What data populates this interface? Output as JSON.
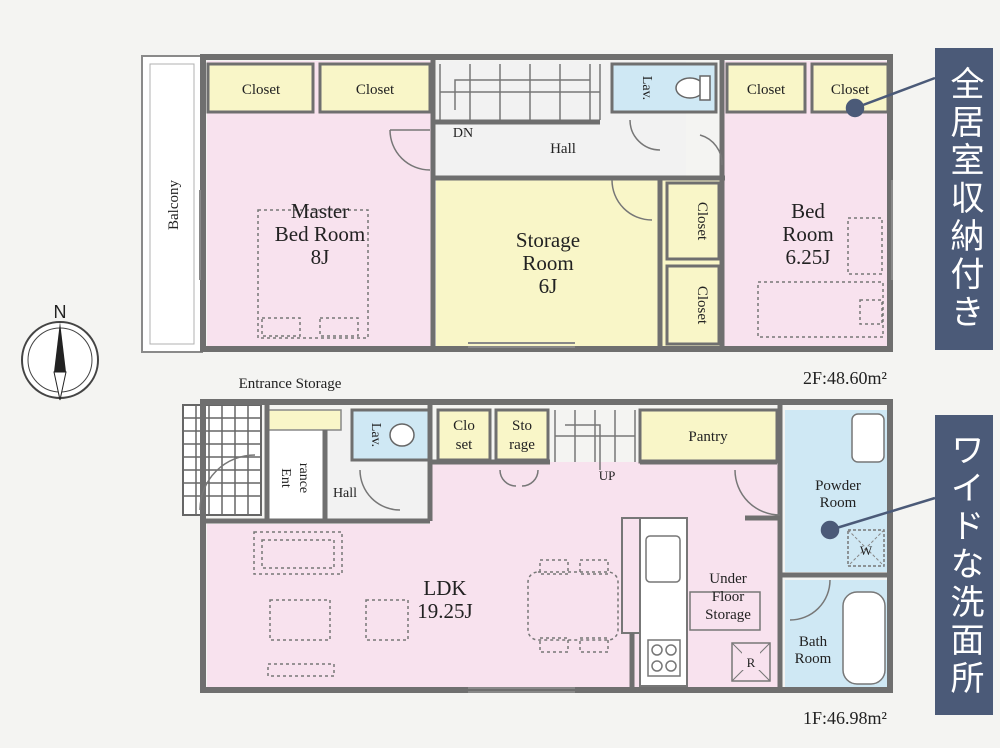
{
  "floor2": {
    "area": "2F:48.60m²",
    "closet1": "Closet",
    "closet2": "Closet",
    "closet3": "Closet",
    "closet4": "Closet",
    "closet_v1": "Closet",
    "closet_v2": "Closet",
    "balcony": "Balcony",
    "master_l1": "Master",
    "master_l2": "Bed Room",
    "master_size": "8J",
    "storage_l1": "Storage",
    "storage_l2": "Room",
    "storage_size": "6J",
    "bed_l1": "Bed",
    "bed_l2": "Room",
    "bed_size": "6.25J",
    "hall": "Hall",
    "lav": "Lav.",
    "dn": "DN"
  },
  "floor1": {
    "area": "1F:46.98m²",
    "entrance_storage": "Entrance Storage",
    "entrance_l1": "Ent",
    "entrance_l2": "rance",
    "hall": "Hall",
    "lav": "Lav.",
    "closet_l1": "Clo",
    "closet_l2": "set",
    "storage_l1": "Sto",
    "storage_l2": "rage",
    "up": "UP",
    "pantry": "Pantry",
    "powder_l1": "Powder",
    "powder_l2": "Room",
    "w": "W",
    "ldk": "LDK",
    "ldk_size": "19.25J",
    "under_l1": "Under",
    "under_l2": "Floor",
    "under_l3": "Storage",
    "r": "R",
    "bath_l1": "Bath",
    "bath_l2": "Room"
  },
  "compass": "N",
  "banners": {
    "top": "全居室収納付き",
    "bottom": "ワイドな洗面所"
  },
  "colors": {
    "wall": "#6f6f6f",
    "pink": "#f8e2ee",
    "yellow": "#f9f6c8",
    "blue": "#cfe8f4",
    "hall": "#f2f2f2",
    "banner": "#4b5a78"
  }
}
